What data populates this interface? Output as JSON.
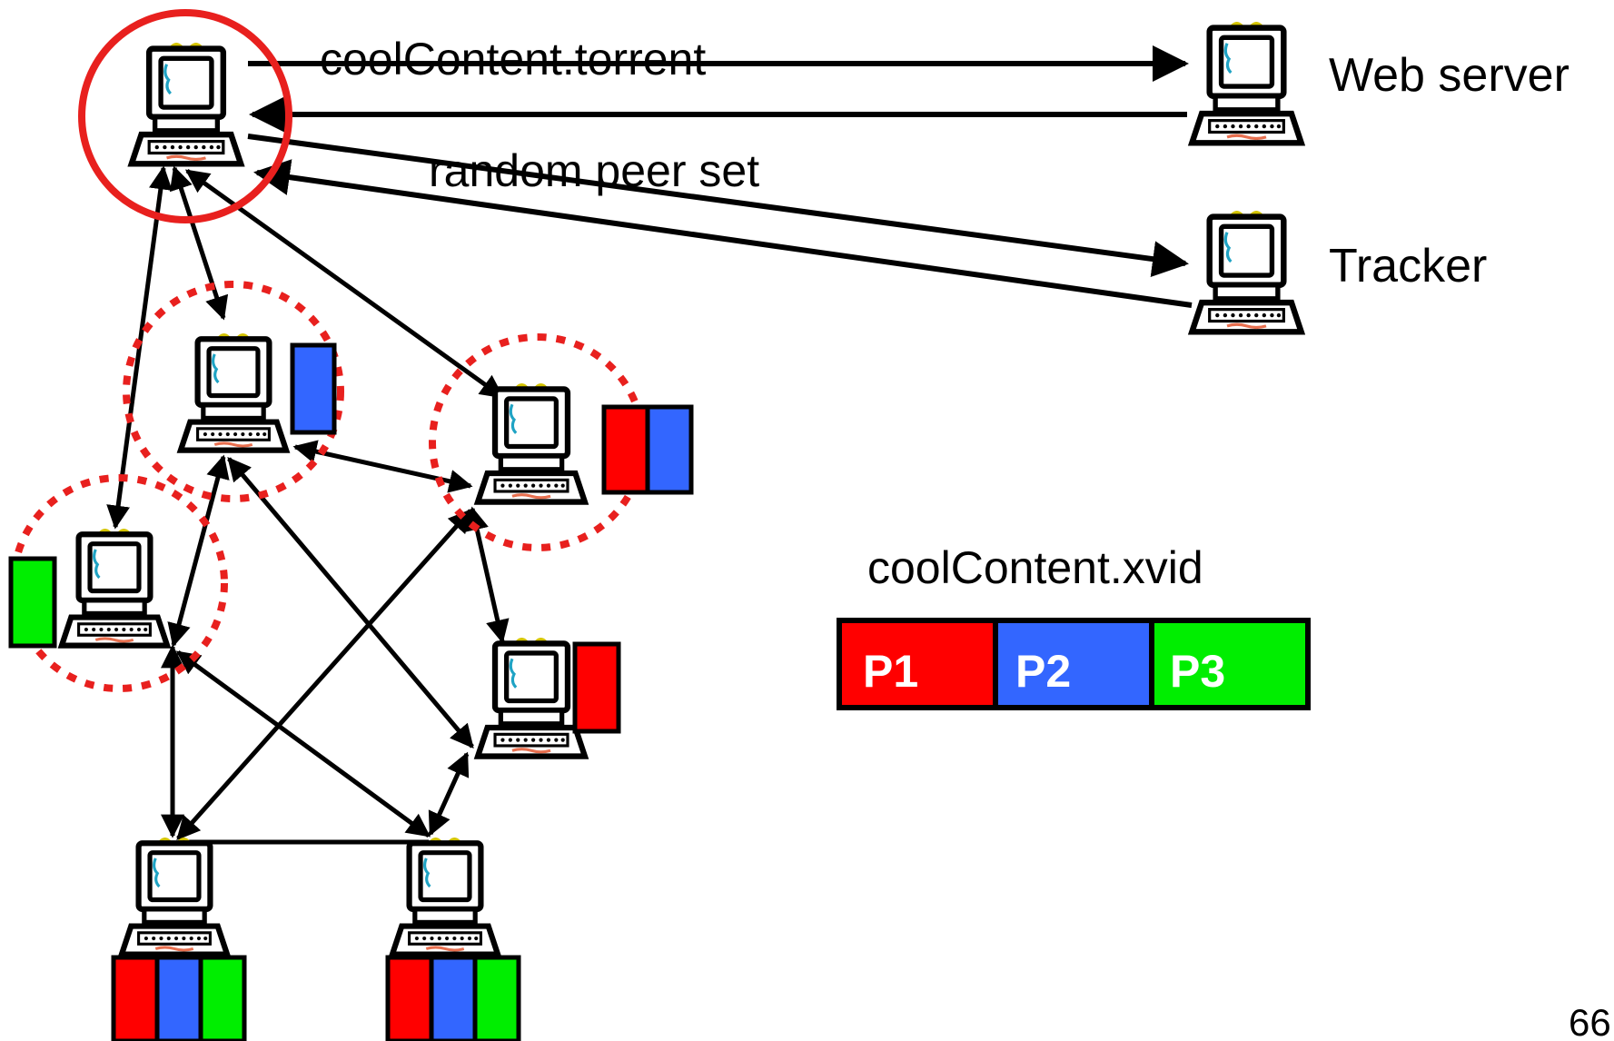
{
  "labels": {
    "torrent_file": "coolContent.torrent",
    "peer_set": "random peer set",
    "web_server": "Web server",
    "tracker": "Tracker",
    "content_file": "coolContent.xvid",
    "page_number": "66"
  },
  "pieces": [
    {
      "name": "P1",
      "color": "#ff0000"
    },
    {
      "name": "P2",
      "color": "#3366ff"
    },
    {
      "name": "P3",
      "color": "#00ee00"
    }
  ],
  "colors": {
    "highlight_ring": "#e8201e",
    "peer_ring": "#e8201e",
    "line": "#000000"
  }
}
